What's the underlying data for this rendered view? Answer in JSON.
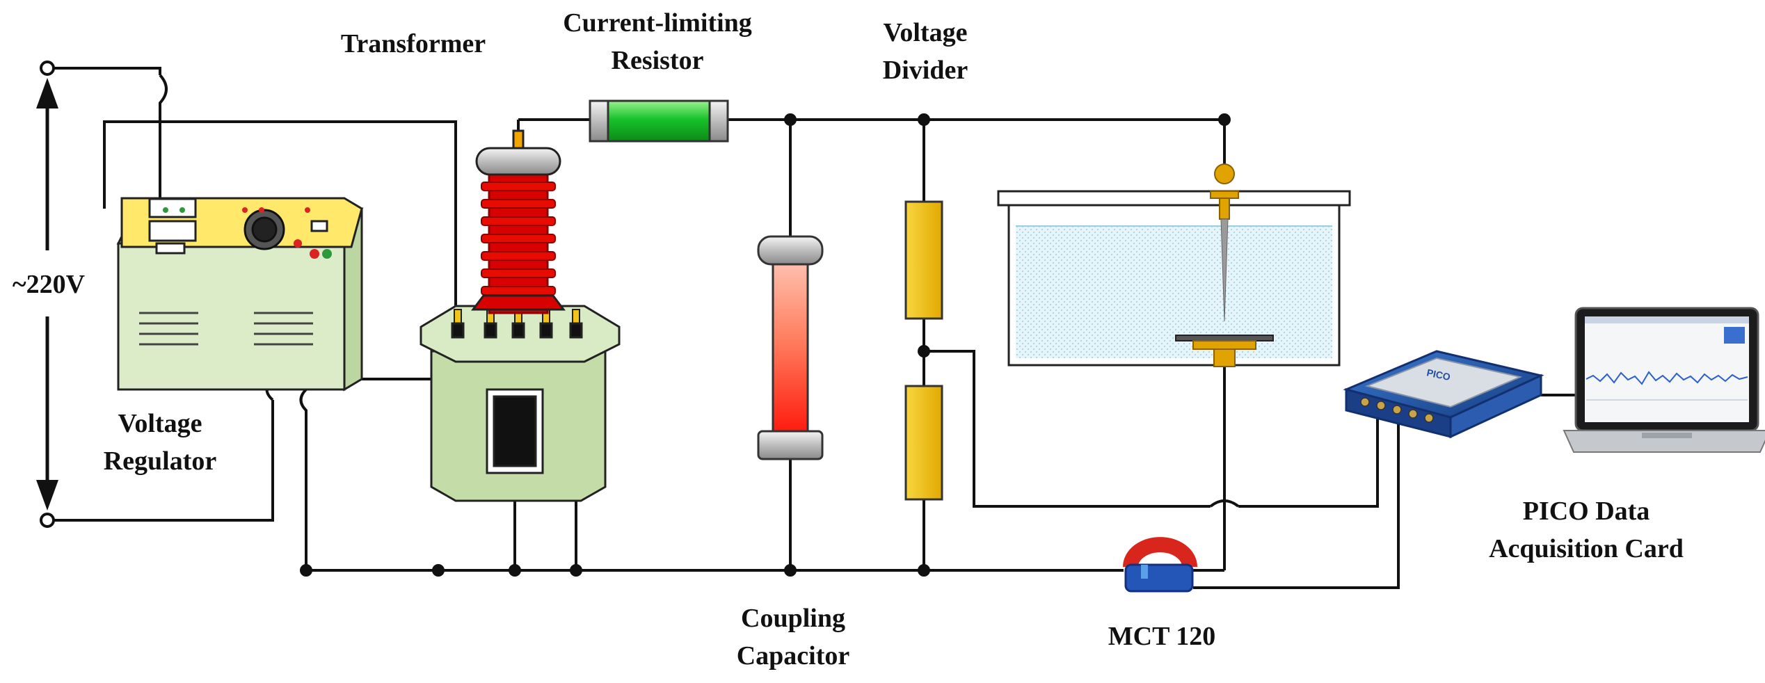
{
  "labels": {
    "transformer": "Transformer",
    "resistor_line1": "Current-limiting",
    "resistor_line2": "Resistor",
    "divider_line1": "Voltage",
    "divider_line2": "Divider",
    "supply": "~220V",
    "regulator_line1": "Voltage",
    "regulator_line2": "Regulator",
    "capacitor_line1": "Coupling",
    "capacitor_line2": "Capacitor",
    "mct": "MCT 120",
    "pico_line1": "PICO Data",
    "pico_line2": "Acquisition Card"
  },
  "device_text": {
    "pico_brand": "PICO"
  },
  "colors": {
    "wire": "#111111",
    "resistor": "#2bcc3a",
    "bushing": "#d90000",
    "divider": "#f2c318",
    "panel": "#ffe86a",
    "cabinet": "#cfe3b8",
    "water": "#d4edf7",
    "ct_red": "#d9261c",
    "ct_blue": "#2456b8",
    "pico_blue": "#1f4fa0"
  }
}
